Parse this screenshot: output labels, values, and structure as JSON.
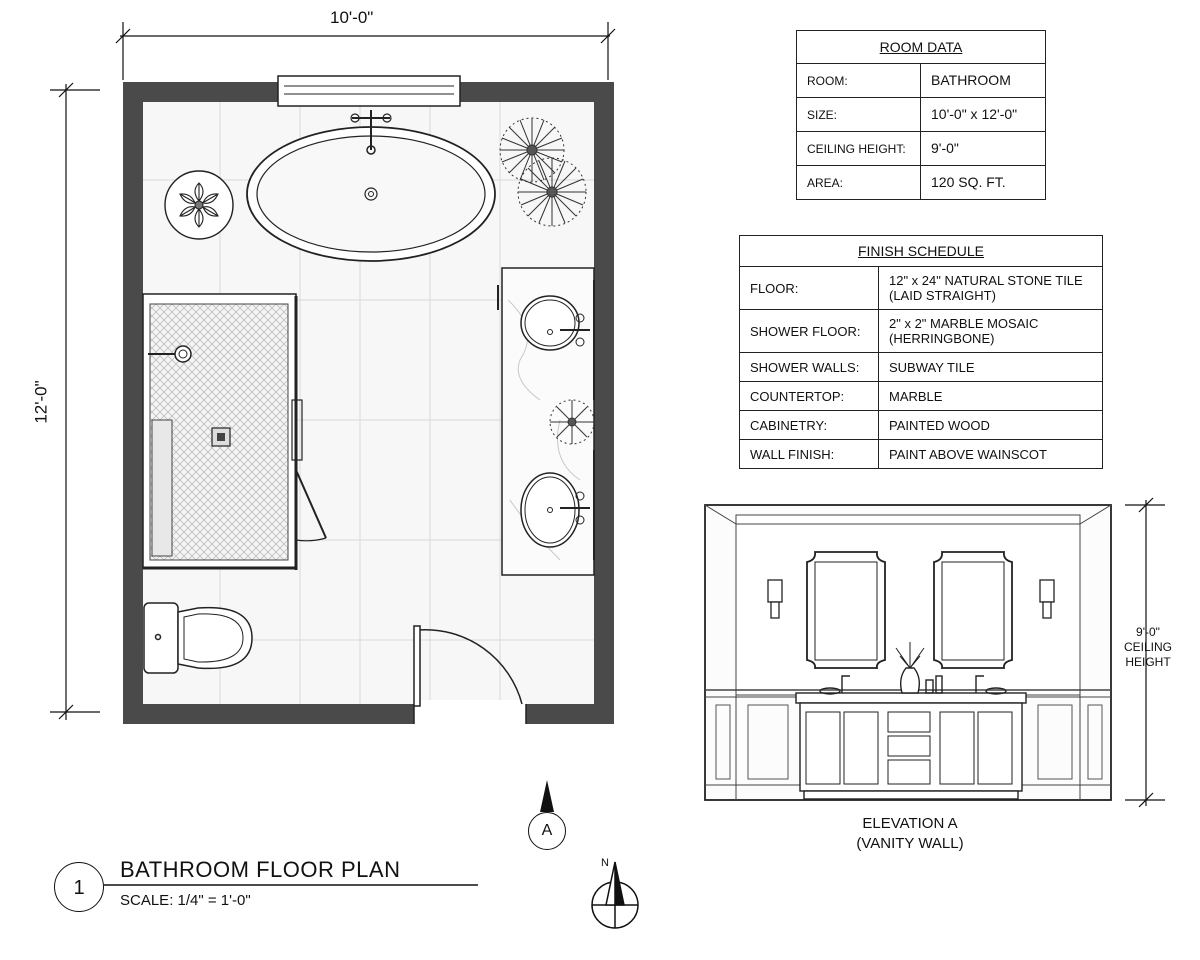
{
  "plan": {
    "width_dim": "10'-0\"",
    "height_dim": "12'-0\"",
    "number": "1",
    "title": "BATHROOM FLOOR PLAN",
    "scale": "SCALE: 1/4\" = 1'-0\""
  },
  "room_data": {
    "title": "ROOM DATA",
    "rows": [
      {
        "label": "ROOM:",
        "value": "BATHROOM"
      },
      {
        "label": "SIZE:",
        "value": "10'-0\" x 12'-0\""
      },
      {
        "label": "CEILING HEIGHT:",
        "value": "9'-0\""
      },
      {
        "label": "AREA:",
        "value": "120 SQ. FT."
      }
    ]
  },
  "finish_schedule": {
    "title": "FINISH SCHEDULE",
    "rows": [
      {
        "label": "FLOOR:",
        "value": "12\" x 24\" NATURAL STONE TILE",
        "value2": "(LAID STRAIGHT)"
      },
      {
        "label": "SHOWER FLOOR:",
        "value": "2\" x 2\" MARBLE MOSAIC",
        "value2": "(HERRINGBONE)"
      },
      {
        "label": "SHOWER WALLS:",
        "value": "SUBWAY TILE",
        "value2": ""
      },
      {
        "label": "COUNTERTOP:",
        "value": "MARBLE",
        "value2": ""
      },
      {
        "label": "CABINETRY:",
        "value": "PAINTED WOOD",
        "value2": ""
      },
      {
        "label": "WALL FINISH:",
        "value": "PAINT ABOVE WAINSCOT",
        "value2": ""
      }
    ]
  },
  "elevation": {
    "title_line1": "ELEVATION A",
    "title_line2": "(VANITY WALL)",
    "ceiling_dim": "9'-0\"",
    "ceiling_label_1": "CEILING",
    "ceiling_label_2": "HEIGHT"
  },
  "markers": {
    "section": "A",
    "north": "N"
  }
}
